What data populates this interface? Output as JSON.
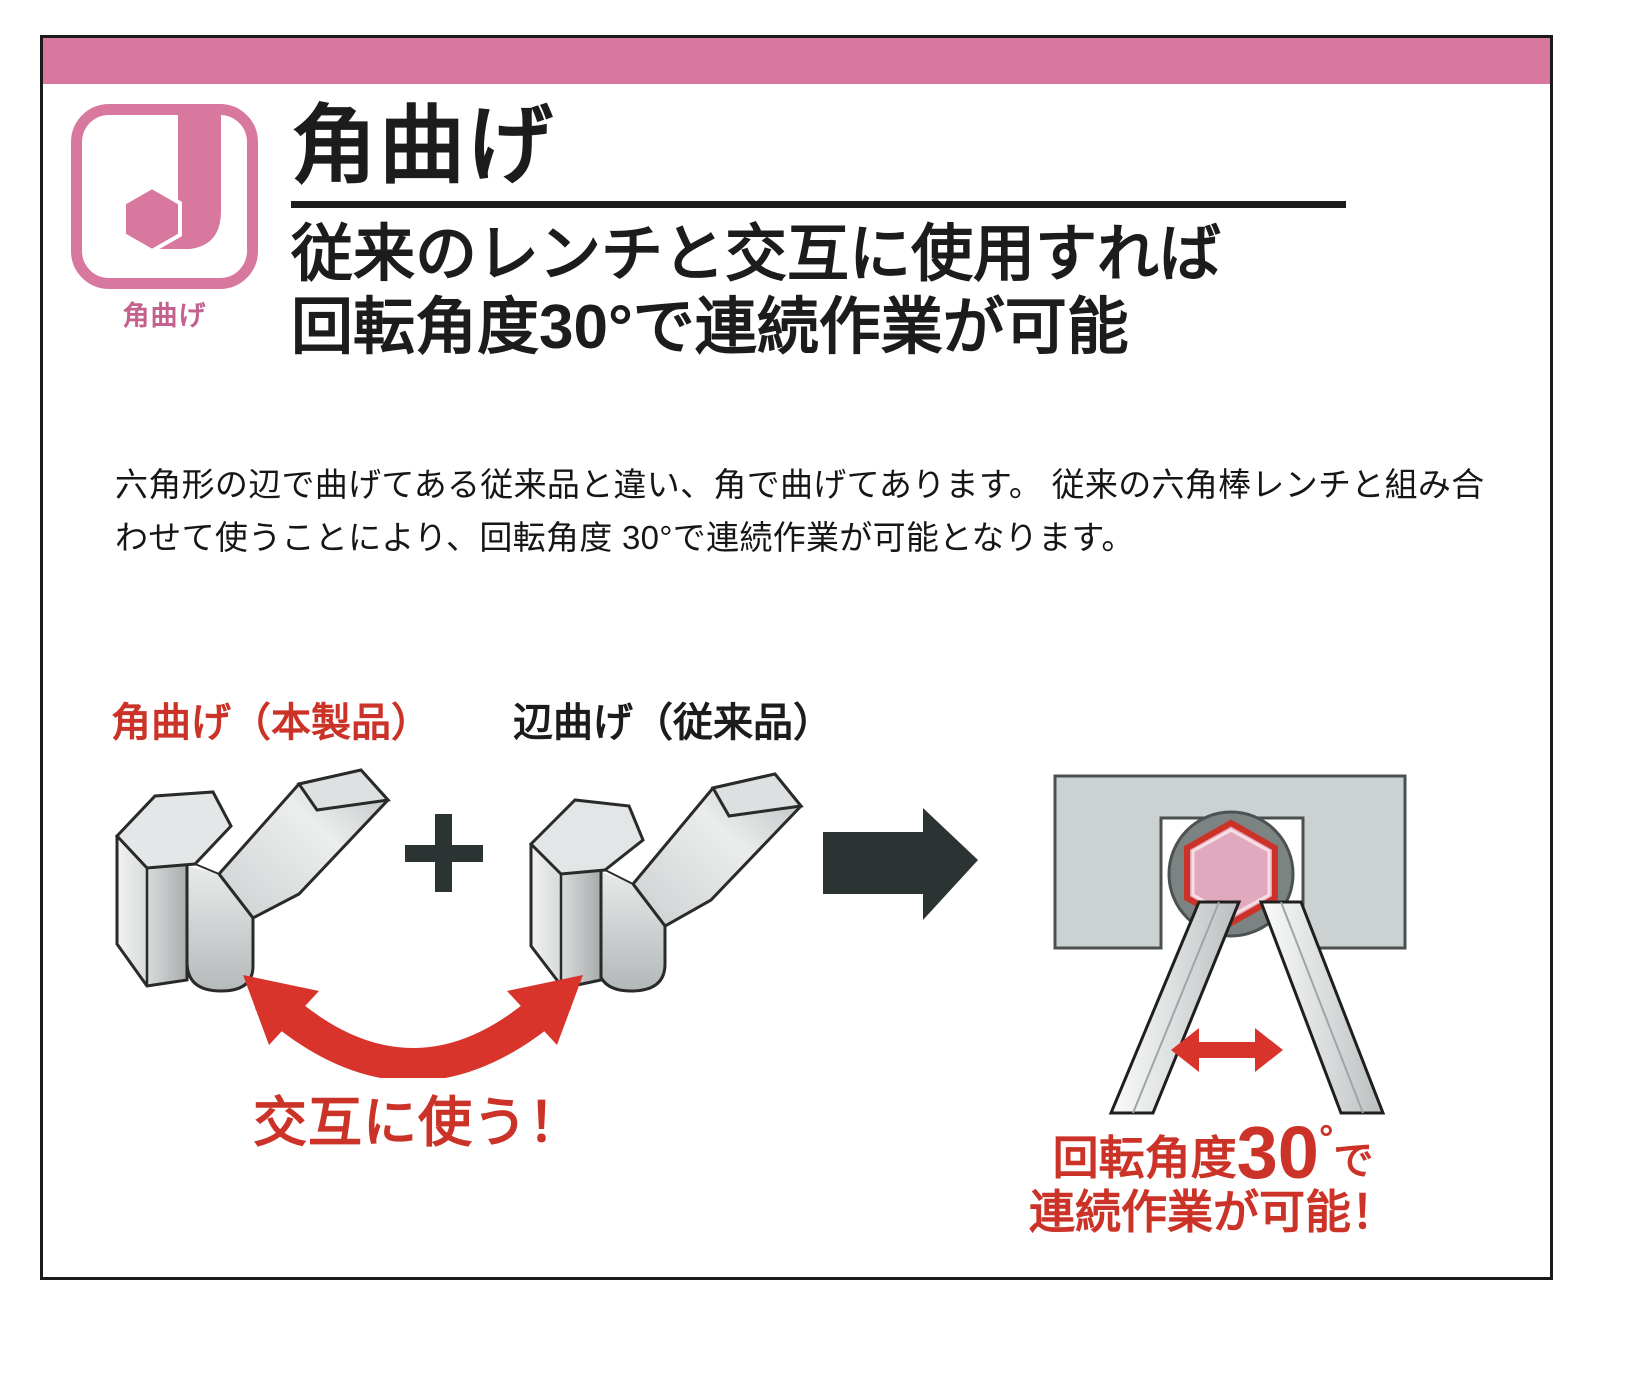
{
  "colors": {
    "header_pink": "#d9789f",
    "logo_pink": "#d9789f",
    "accent_red": "#cc3328",
    "ink": "#1c1c1c",
    "panel_gray": "#ccd2d2",
    "metal_gray": "#c9cdcd",
    "hex_pink": "#e8a0b8"
  },
  "logo": {
    "caption": "角曲げ",
    "icon": "bent-hex-wrench-icon"
  },
  "headline": {
    "title": "角曲げ",
    "sub_line1": "従来のレンチと交互に使用すれば",
    "sub_line2": "回転角度30°で連続作業が可能"
  },
  "body": {
    "paragraph": "六角形の辺で曲げてある従来品と違い、角で曲げてあります。 従来の六角棒レンチと組み合わせて使うことにより、回転角度 30°で連続作業が可能となります。"
  },
  "illustration": {
    "label_new_product": "角曲げ（本製品）",
    "label_old_product": "辺曲げ（従来品）",
    "plus_symbol": "+",
    "swap_caption": "交互に使う！",
    "result_line1_prefix": "回転角度",
    "result_line1_number": "30",
    "result_line1_degree": "°",
    "result_line1_suffix": "で",
    "result_line2": "連続作業が可能！"
  }
}
